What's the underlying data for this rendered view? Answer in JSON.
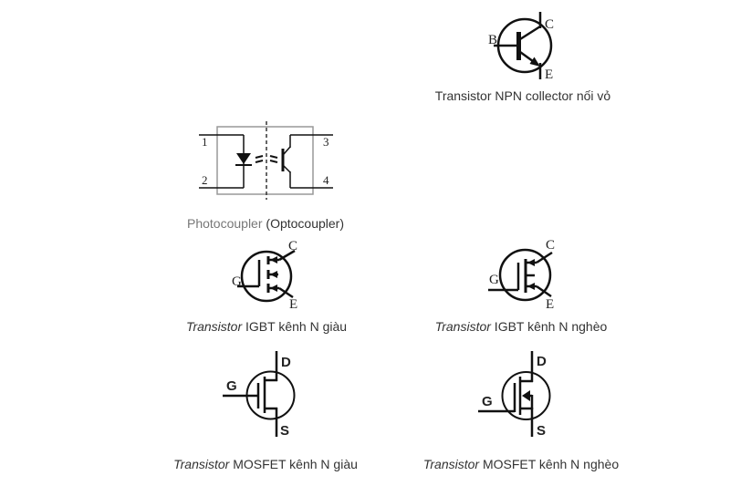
{
  "colors": {
    "background": "#ffffff",
    "stroke": "#111111",
    "caption_text": "#333333",
    "caption_light": "#777777",
    "optocoupler_box": "#999999"
  },
  "symbols": {
    "npn": {
      "caption": "Transistor NPN collector nối vỏ",
      "labels": {
        "b": "B",
        "c": "C",
        "e": "E"
      }
    },
    "optocoupler": {
      "caption_main": "Photocoupler",
      "caption_alt": "(Optocoupler)",
      "pins": {
        "p1": "1",
        "p2": "2",
        "p3": "3",
        "p4": "4"
      }
    },
    "igbt_enhancement": {
      "caption_italic": "Transistor",
      "caption_rest": "IGBT kênh N giàu",
      "labels": {
        "g": "G",
        "c": "C",
        "e": "E"
      }
    },
    "igbt_depletion": {
      "caption_italic": "Transistor",
      "caption_rest": "IGBT kênh N nghèo",
      "labels": {
        "g": "G",
        "c": "C",
        "e": "E"
      }
    },
    "mosfet_enhancement": {
      "caption_italic": "Transistor",
      "caption_rest": "MOSFET kênh N giàu",
      "labels": {
        "g": "G",
        "d": "D",
        "s": "S"
      }
    },
    "mosfet_depletion": {
      "caption_italic": "Transistor",
      "caption_rest": "MOSFET kênh N nghèo",
      "labels": {
        "g": "G",
        "d": "D",
        "s": "S"
      }
    }
  }
}
